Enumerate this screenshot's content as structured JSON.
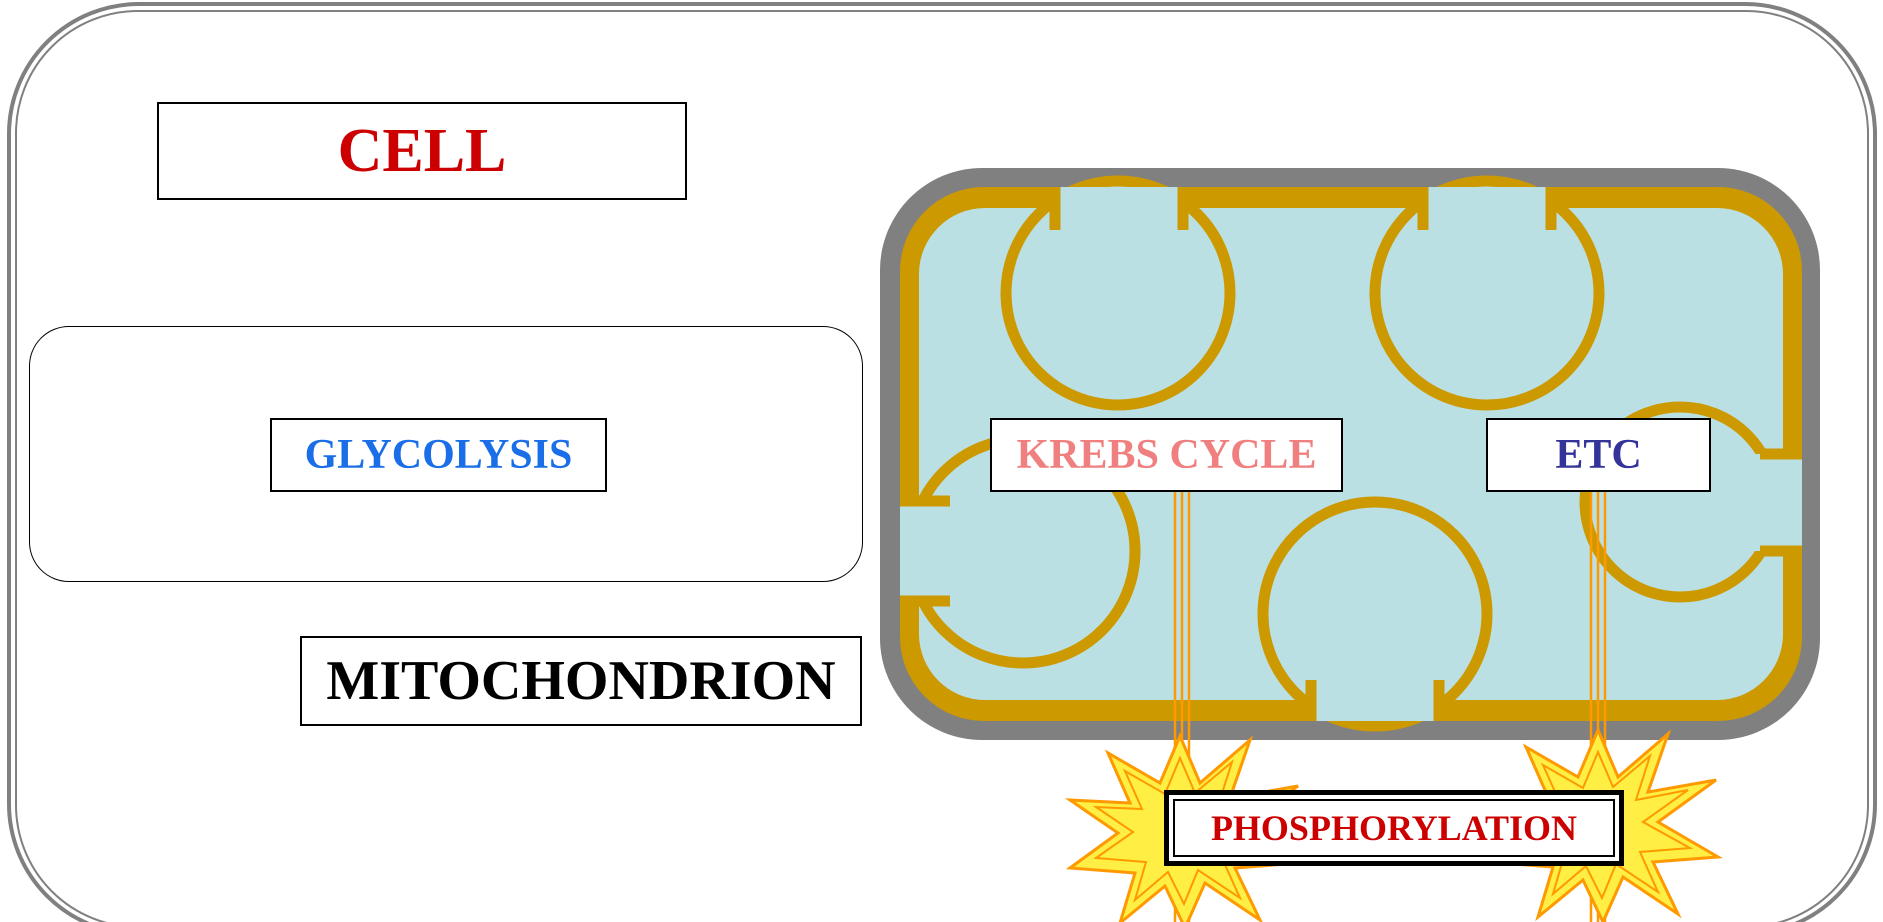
{
  "labels": {
    "cell": "CELL",
    "glycolysis": "GLYCOLYSIS",
    "mitochondrion": "MITOCHONDRION",
    "krebs_cycle": "KREBS CYCLE",
    "etc": "ETC",
    "phosphorylation": "PHOSPHORYLATION"
  },
  "colors": {
    "cell_label": "#cc0000",
    "glycolysis_label": "#1a6fe8",
    "mitochondrion_label": "#000000",
    "krebs_label": "#f08080",
    "etc_label": "#333399",
    "phosphorylation_label": "#cc0000",
    "outer_membrane": "#808080",
    "inner_membrane": "#cc9900",
    "matrix": "#bbe0e3",
    "cell_border": "#808080",
    "connector": "#ff9900",
    "burst_fill": "#ffee44",
    "burst_stroke": "#ff9900"
  }
}
